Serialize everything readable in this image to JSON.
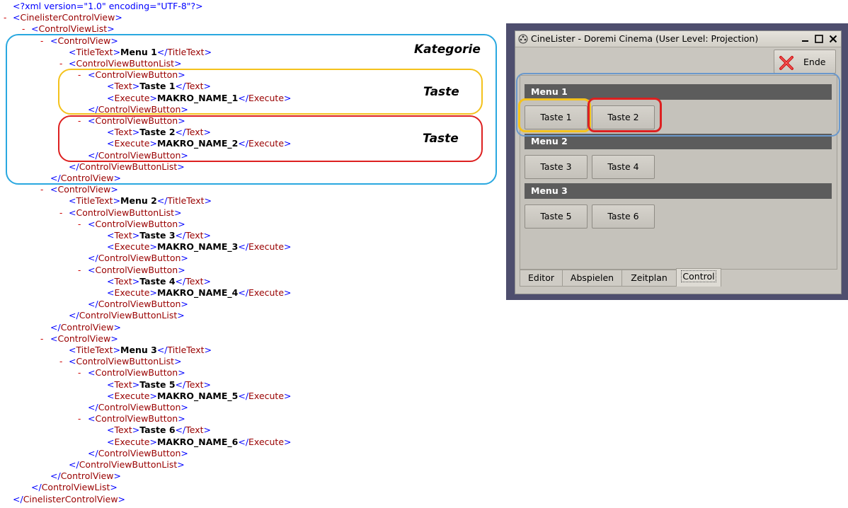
{
  "xml": {
    "declaration": "<?xml version=\"1.0\" encoding=\"UTF-8\"?>",
    "root_tag": "CinelisterControlView",
    "list_tag": "ControlViewList",
    "view_tag": "ControlView",
    "title_tag": "TitleText",
    "button_list_tag": "ControlViewButtonList",
    "button_tag": "ControlViewButton",
    "text_tag": "Text",
    "execute_tag": "Execute",
    "collapse_symbol": "-",
    "menus": [
      {
        "title": "Menu 1",
        "buttons": [
          {
            "text": "Taste 1",
            "execute": "MAKRO_NAME_1"
          },
          {
            "text": "Taste 2",
            "execute": "MAKRO_NAME_2"
          }
        ]
      },
      {
        "title": "Menu 2",
        "buttons": [
          {
            "text": "Taste 3",
            "execute": "MAKRO_NAME_3"
          },
          {
            "text": "Taste 4",
            "execute": "MAKRO_NAME_4"
          }
        ]
      },
      {
        "title": "Menu 3",
        "buttons": [
          {
            "text": "Taste 5",
            "execute": "MAKRO_NAME_5"
          },
          {
            "text": "Taste 6",
            "execute": "MAKRO_NAME_6"
          }
        ]
      }
    ]
  },
  "annotations": {
    "kategorie": "Kategorie",
    "taste_a": "Taste",
    "taste_b": "Taste"
  },
  "window": {
    "title": "CineLister - Doremi Cinema (User Level: Projection)",
    "ende_label": "Ende",
    "menus": [
      {
        "title": "Menu 1",
        "buttons": [
          "Taste 1",
          "Taste 2"
        ]
      },
      {
        "title": "Menu 2",
        "buttons": [
          "Taste 3",
          "Taste 4"
        ]
      },
      {
        "title": "Menu 3",
        "buttons": [
          "Taste 5",
          "Taste 6"
        ]
      }
    ],
    "tabs": [
      "Editor",
      "Abspielen",
      "Zeitplan",
      "Control"
    ],
    "active_tab": "Control"
  },
  "colors": {
    "highlight_blue": "#29a8e0",
    "highlight_yellow": "#f4c21c",
    "highlight_red": "#dd2020",
    "menu_bar": "#5c5c5c"
  }
}
